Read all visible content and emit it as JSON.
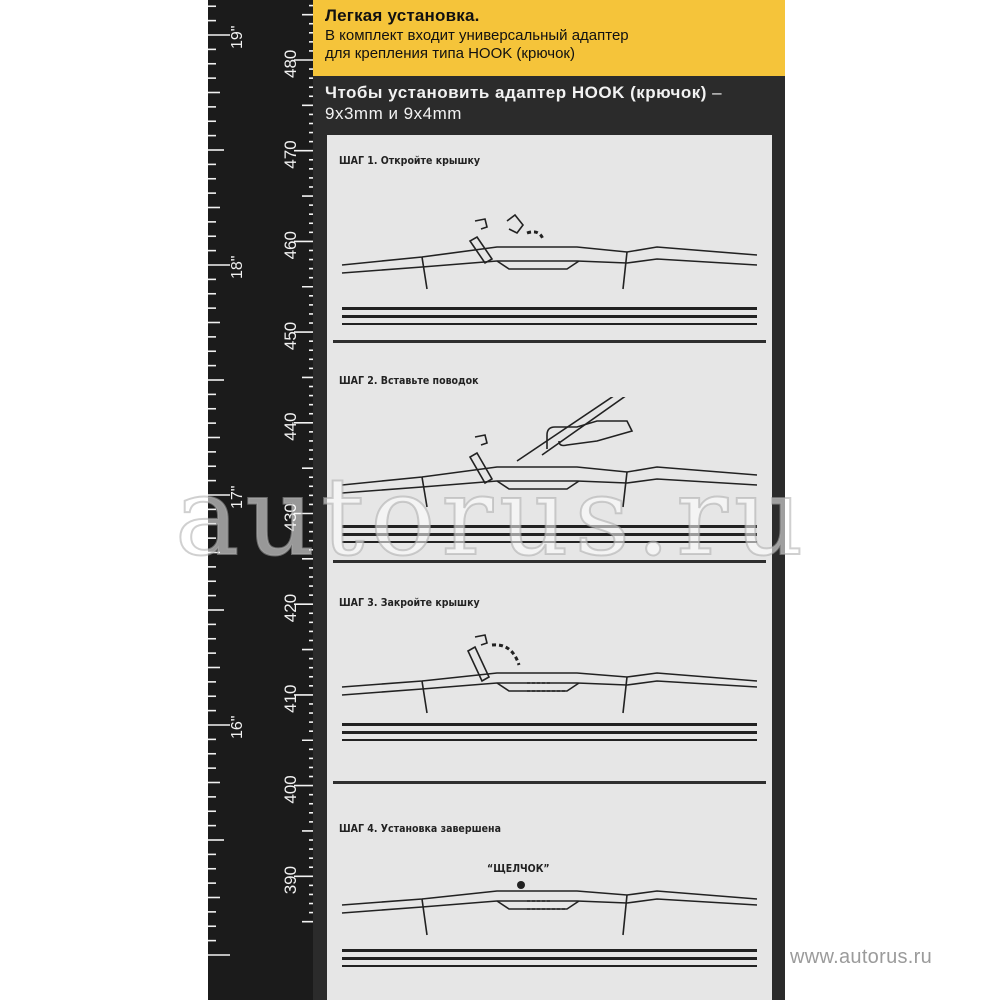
{
  "ruler": {
    "mm_labels": [
      "480",
      "470",
      "460",
      "450",
      "440",
      "430",
      "420",
      "410",
      "400",
      "390"
    ],
    "inch_labels": [
      "19\"",
      "18\"",
      "17\"",
      "16\""
    ]
  },
  "header": {
    "title": "Легкая установка.",
    "line1": "В комплект входит универсальный адаптер",
    "line2": "для крепления типа HOOK (крючок)"
  },
  "subheader": {
    "bold": "Чтобы установить адаптер HOOK (крючок)",
    "rest": " – 9x3mm и 9x4mm"
  },
  "steps": [
    {
      "label": "ШАГ 1. Откройте крышку"
    },
    {
      "label": "ШАГ 2. Вставьте поводок"
    },
    {
      "label": "ШАГ 3. Закройте крышку"
    },
    {
      "label": "ШАГ 4. Установка завершена"
    }
  ],
  "click_text": "“ЩЕЛЧОК”",
  "watermark": "autorus.ru",
  "footer_watermark": "www.autorus.ru",
  "colors": {
    "accent": "#f5c43a",
    "dark": "#2b2b2b",
    "panel": "#e6e6e6",
    "ruler": "#1b1b1b"
  }
}
